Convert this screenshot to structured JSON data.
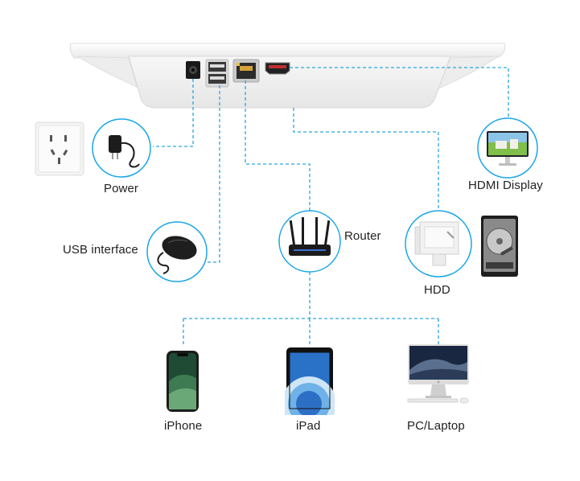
{
  "labels": {
    "power": "Power",
    "usb": "USB interface",
    "router": "Router",
    "hdmi": "HDMI Display",
    "hdd": "HDD",
    "iphone": "iPhone",
    "ipad": "iPad",
    "pc": "PC/Laptop"
  },
  "colors": {
    "wire": "#2aa6df",
    "circle": "#1aa6e8",
    "device_body": "#f3f3f3"
  },
  "icons": [
    "wall-socket-icon",
    "power-adapter-icon",
    "mouse-icon",
    "router-icon",
    "hdmi-monitor-icon",
    "hdd-bracket-icon",
    "hard-drive-icon",
    "iphone-icon",
    "ipad-icon",
    "imac-icon"
  ]
}
